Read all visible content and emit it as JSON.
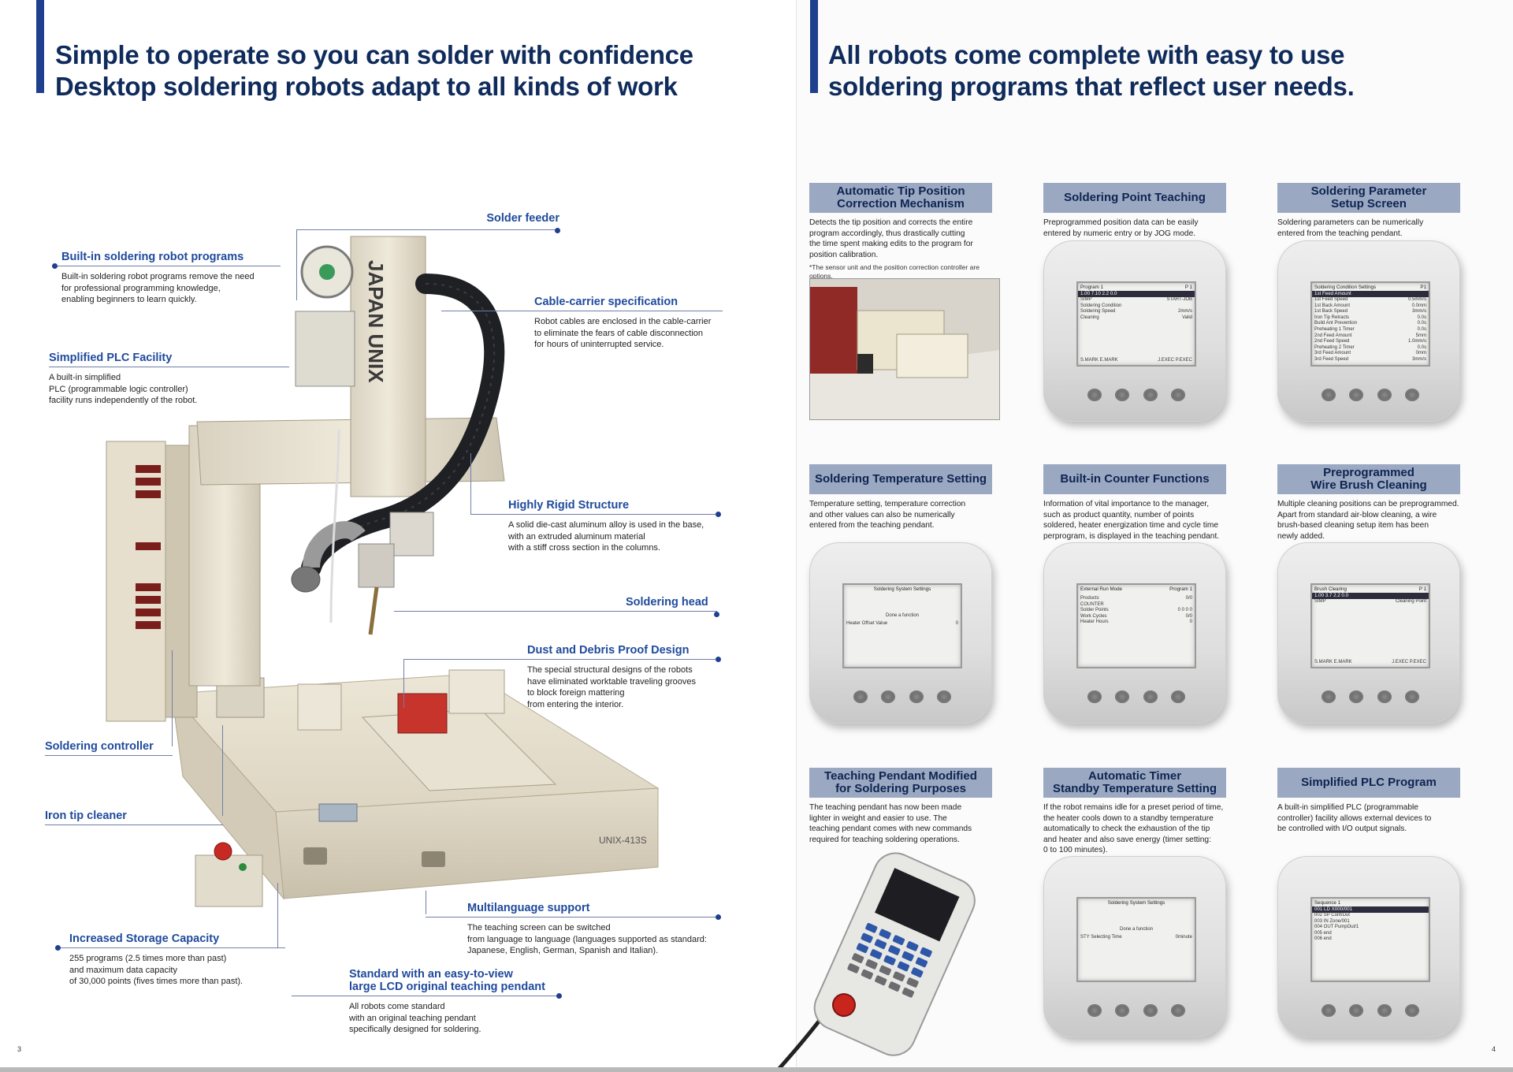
{
  "left": {
    "headline": [
      "Simple to operate so you can solder with confidence",
      "Desktop soldering robots adapt to all kinds of work"
    ],
    "callouts": {
      "solder_feeder": {
        "title": "Solder feeder"
      },
      "robot_programs": {
        "title": "Built-in soldering robot programs",
        "lines": [
          "Built-in soldering robot programs remove the need",
          "for professional programming knowledge,",
          "enabling beginners to learn quickly."
        ]
      },
      "plc_facility": {
        "title": "Simplified PLC Facility",
        "lines": [
          "A built-in simplified",
          "PLC (programmable logic controller)",
          "facility runs independently of the robot."
        ]
      },
      "cable_carrier": {
        "title": "Cable-carrier specification",
        "lines": [
          "Robot cables are enclosed in the cable-carrier",
          "to eliminate the fears of cable disconnection",
          "for hours of uninterrupted service."
        ]
      },
      "rigid": {
        "title": "Highly Rigid Structure",
        "lines": [
          "A solid die-cast aluminum alloy is used in the base,",
          "with an extruded aluminum material",
          "with a stiff cross section in the columns."
        ]
      },
      "head": {
        "title": "Soldering head"
      },
      "dust": {
        "title": "Dust and Debris Proof Design",
        "lines": [
          "The special structural designs of the robots",
          "have eliminated worktable traveling grooves",
          "to block foreign mattering",
          "from entering the interior."
        ]
      },
      "controller": {
        "title": "Soldering controller"
      },
      "tip_cleaner": {
        "title": "Iron tip cleaner"
      },
      "multilang": {
        "title": "Multilanguage support",
        "lines": [
          "The teaching screen can be switched",
          "from language to language (languages supported as standard:",
          "Japanese, English, German, Spanish and Italian)."
        ]
      },
      "storage": {
        "title": "Increased Storage Capacity",
        "lines": [
          "255 programs (2.5 times more than past)",
          "and maximum data capacity",
          "of 30,000 points (fives times more than past)."
        ]
      },
      "pendant": {
        "title": [
          "Standard with an easy-to-view",
          "large LCD original teaching pendant"
        ],
        "lines": [
          "All robots come standard",
          "with an original teaching pendant",
          "specifically designed for soldering."
        ]
      }
    },
    "robot_labels": {
      "column_brand": "JAPAN UNIX",
      "model_plate": "UNIX-413S"
    },
    "page_number": "3"
  },
  "right": {
    "headline": [
      "All robots come complete with easy to use",
      "soldering programs that reflect user needs."
    ],
    "panels": {
      "tip_position": {
        "title": [
          "Automatic Tip Position",
          "Correction Mechanism"
        ],
        "lines": [
          "Detects the tip position and corrects the entire",
          "program accordingly, thus drastically cutting",
          "the time spent making edits to the program for",
          "position calibration."
        ],
        "note": [
          "*The sensor unit and the position correction controller are",
          " options."
        ]
      },
      "point_teaching": {
        "title": [
          "Soldering Point Teaching"
        ],
        "lines": [
          "Preprogrammed position data can be easily",
          "entered by numeric entry or by JOG mode."
        ],
        "screen": {
          "title": "Program 1",
          "title_right": "P 1",
          "highlight": "1.00  7.10   2.2   0.0",
          "rows": [
            [
              "SIMP",
              "START-JOB"
            ],
            [
              "Soldering Condition",
              ""
            ],
            [
              "Soldering Speed",
              "2mm/s"
            ],
            [
              "Cleaning",
              "Valid"
            ]
          ],
          "foot": [
            "S.MARK  E.MARK",
            "J.EXEC  P.EXEC"
          ]
        }
      },
      "param_setup": {
        "title": [
          "Soldering Parameter",
          "Setup Screen"
        ],
        "lines": [
          "Soldering parameters can be numerically",
          "entered from the teaching pendant."
        ],
        "screen": {
          "title": "Soldering Condition Settings",
          "title_right": "P1",
          "highlight": "1st Feed Amount",
          "rows": [
            [
              "1st Feed Speed",
              "0.5mm/s"
            ],
            [
              "1st Back Amount",
              "0.0mm"
            ],
            [
              "1st Back Speed",
              "3mm/s"
            ],
            [
              "Iron Tip Retracts",
              "0.0s"
            ],
            [
              "Build Ant Prevention",
              "0.0s"
            ],
            [
              "Preheating 1 Timer",
              "0.0s"
            ],
            [
              "2nd Feed Amount",
              "5mm"
            ],
            [
              "2nd Feed Speed",
              "1.0mm/s"
            ],
            [
              "Preheating 2 Timer",
              "0.0s"
            ],
            [
              "3rd Feed Amount",
              "0mm"
            ],
            [
              "3rd Feed Speed",
              "3mm/s"
            ]
          ]
        }
      },
      "temperature": {
        "title": [
          "Soldering Temperature Setting"
        ],
        "lines": [
          "Temperature setting, temperature correction",
          "and other values can also be numerically",
          "entered from the teaching pendant."
        ],
        "screen": {
          "title": "Soldering System Settings",
          "center": "Done a function",
          "rows": [
            [
              "Heater Offset Value",
              "0"
            ]
          ]
        }
      },
      "counter": {
        "title": [
          "Built-in Counter Functions"
        ],
        "lines": [
          "Information of vital importance to the manager,",
          "such as product quantity, number of points",
          "soldered, heater energization time and cycle time",
          "perprogram, is displayed in the teaching pendant."
        ],
        "screen": {
          "title": "External Run Mode",
          "title_right": "Program 1",
          "rows": [
            [
              "Products",
              "0/0"
            ],
            [
              "COUNTER",
              ""
            ],
            [
              "",
              ""
            ],
            [
              "Solder Points",
              "0 0 0 0"
            ],
            [
              "Work Cycles",
              "0/0"
            ],
            [
              "Heater Hours",
              "0"
            ]
          ]
        }
      },
      "wire_brush": {
        "title": [
          "Preprogrammed",
          "Wire Brush Cleaning"
        ],
        "lines": [
          "Multiple cleaning positions can be preprogrammed.",
          "Apart from standard air-blow cleaning, a wire",
          "brush-based cleaning setup item has been",
          "newly added."
        ],
        "screen": {
          "title": "Brush Clearing",
          "title_right": "P 1",
          "highlight": "1.00  3.7   2.2   0.0",
          "rows": [
            [
              "SIMP",
              "Cleaning Point"
            ]
          ],
          "foot": [
            "S.MARK  E.MARK",
            "J.EXEC  P.EXEC"
          ]
        }
      },
      "pendant_mod": {
        "title": [
          "Teaching Pendant Modified",
          "for Soldering Purposes"
        ],
        "lines": [
          "The teaching pendant has now been made",
          "lighter in weight and easier to use. The",
          "teaching pendant comes with new commands",
          "required for teaching soldering operations."
        ]
      },
      "standby": {
        "title": [
          "Automatic Timer",
          "Standby Temperature Setting"
        ],
        "lines": [
          "If the robot remains idle for a preset period of time,",
          "the heater cools down to a standby temperature",
          "automatically to check the exhaustion of the tip",
          "and heater and also save energy (timer setting:",
          "0 to 100 minutes)."
        ],
        "screen": {
          "title": "Soldering System Settings",
          "center": "Done a function",
          "rows": [
            [
              "STY Selecting Time",
              "0minute"
            ]
          ]
        }
      },
      "plc_program": {
        "title": [
          "Simplified PLC Program"
        ],
        "lines": [
          "A built-in simplified PLC (programmable",
          "controller) facility allows external devices to",
          "be controlled with I/O output signals."
        ],
        "screen": {
          "title": "Sequence 1",
          "title_right": "",
          "highlight": "001  LD  X000/001",
          "rows": [
            [
              "002  SP  Cont/Dut",
              ""
            ],
            [
              "003  IN  Zone/001",
              ""
            ],
            [
              "004  OUT PumpOut/1",
              ""
            ],
            [
              "005  end",
              ""
            ],
            [
              "006  end",
              ""
            ]
          ]
        }
      }
    },
    "page_number": "4"
  },
  "colors": {
    "accent": "#1f3f8f",
    "heading": "#0f2b5b",
    "callout": "#1f4a9c",
    "panel_head": "#9aa8c2"
  }
}
